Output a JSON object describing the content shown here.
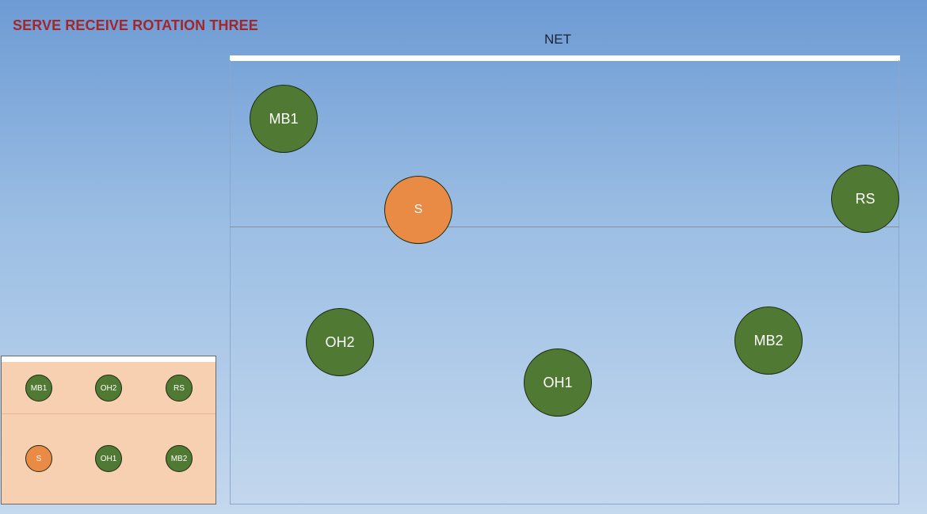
{
  "title": "SERVE RECEIVE ROTATION THREE",
  "net_label": "NET",
  "colors": {
    "title": "#a3262a",
    "player": "#507a33",
    "setter": "#ea8b45",
    "inset_background": "#f6d0b0"
  },
  "court": {
    "players": {
      "mb1": "MB1",
      "s": "S",
      "rs": "RS",
      "oh2": "OH2",
      "oh1": "OH1",
      "mb2": "MB2"
    }
  },
  "rotation_inset": {
    "front_row": [
      "MB1",
      "OH2",
      "RS"
    ],
    "back_row": [
      "S",
      "OH1",
      "MB2"
    ]
  }
}
